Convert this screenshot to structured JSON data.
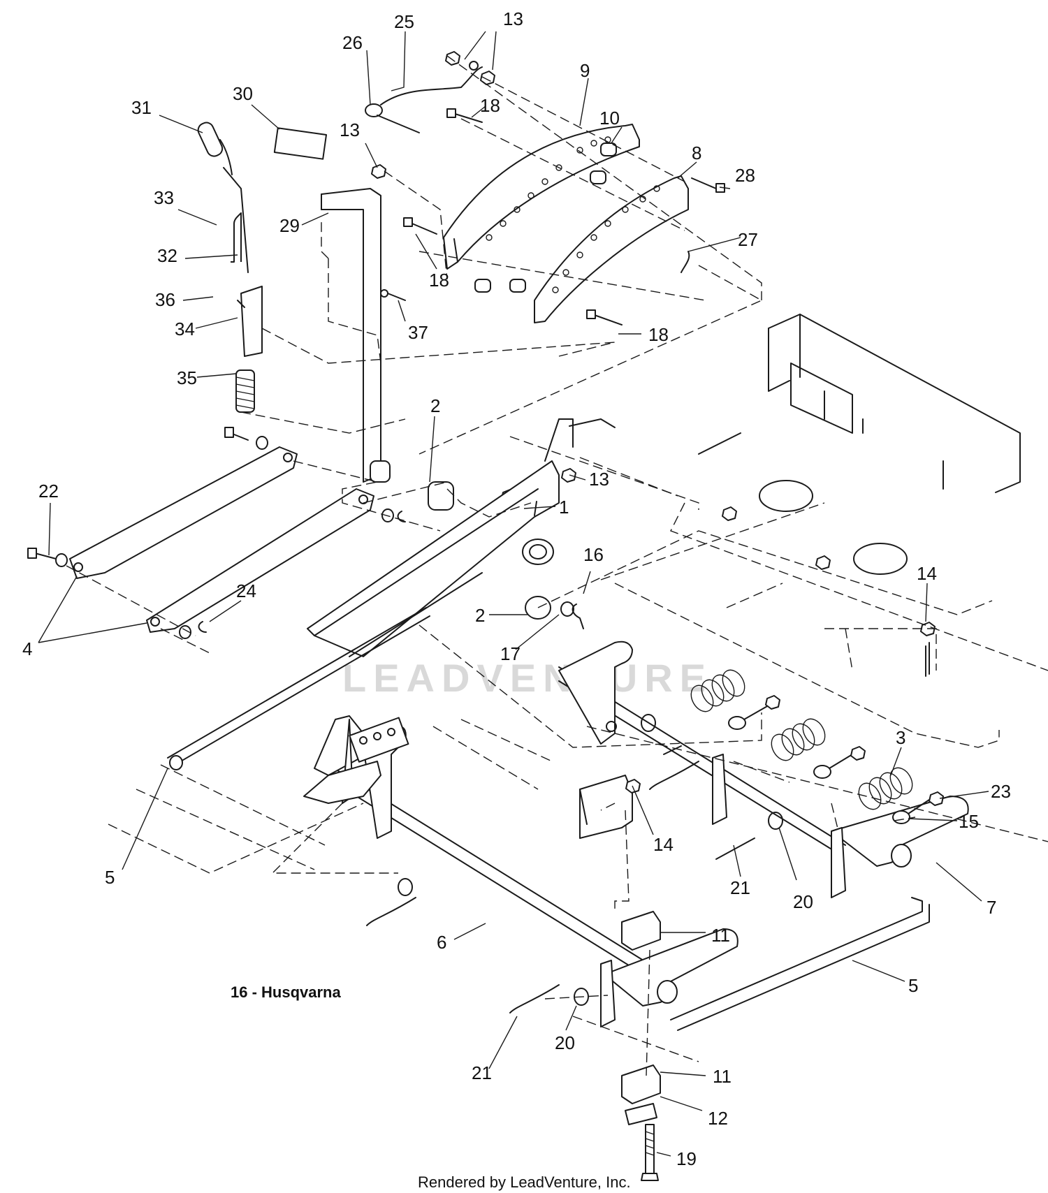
{
  "diagram": {
    "caption": "16 - Husqvarna",
    "footer": "Rendered by LeadVenture, Inc.",
    "watermark": "LEADVENTURE",
    "callouts": [
      {
        "id": "c25",
        "label": "25"
      },
      {
        "id": "c13a",
        "label": "13"
      },
      {
        "id": "c26",
        "label": "26"
      },
      {
        "id": "c9",
        "label": "9"
      },
      {
        "id": "c31",
        "label": "31"
      },
      {
        "id": "c30",
        "label": "30"
      },
      {
        "id": "c18a",
        "label": "18"
      },
      {
        "id": "c13b",
        "label": "13"
      },
      {
        "id": "c10",
        "label": "10"
      },
      {
        "id": "c8",
        "label": "8"
      },
      {
        "id": "c28",
        "label": "28"
      },
      {
        "id": "c33",
        "label": "33"
      },
      {
        "id": "c29",
        "label": "29"
      },
      {
        "id": "c27",
        "label": "27"
      },
      {
        "id": "c32",
        "label": "32"
      },
      {
        "id": "c18b",
        "label": "18"
      },
      {
        "id": "c36",
        "label": "36"
      },
      {
        "id": "c37",
        "label": "37"
      },
      {
        "id": "c34",
        "label": "34"
      },
      {
        "id": "c18c",
        "label": "18"
      },
      {
        "id": "c35",
        "label": "35"
      },
      {
        "id": "c2a",
        "label": "2"
      },
      {
        "id": "c13c",
        "label": "13"
      },
      {
        "id": "c22",
        "label": "22"
      },
      {
        "id": "c1",
        "label": "1"
      },
      {
        "id": "c16",
        "label": "16"
      },
      {
        "id": "c14a",
        "label": "14"
      },
      {
        "id": "c24",
        "label": "24"
      },
      {
        "id": "c2b",
        "label": "2"
      },
      {
        "id": "c4",
        "label": "4"
      },
      {
        "id": "c17",
        "label": "17"
      },
      {
        "id": "c3",
        "label": "3"
      },
      {
        "id": "c23",
        "label": "23"
      },
      {
        "id": "c15",
        "label": "15"
      },
      {
        "id": "c14b",
        "label": "14"
      },
      {
        "id": "c5a",
        "label": "5"
      },
      {
        "id": "c21a",
        "label": "21"
      },
      {
        "id": "c20a",
        "label": "20"
      },
      {
        "id": "c7",
        "label": "7"
      },
      {
        "id": "c11a",
        "label": "11"
      },
      {
        "id": "c6",
        "label": "6"
      },
      {
        "id": "c5b",
        "label": "5"
      },
      {
        "id": "c20b",
        "label": "20"
      },
      {
        "id": "c21b",
        "label": "21"
      },
      {
        "id": "c11b",
        "label": "11"
      },
      {
        "id": "c12",
        "label": "12"
      },
      {
        "id": "c19",
        "label": "19"
      }
    ]
  }
}
